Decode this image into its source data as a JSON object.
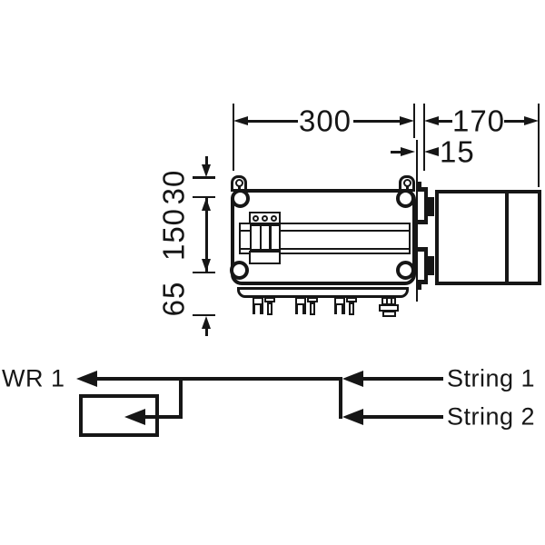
{
  "drawing": {
    "type": "technical-dimension-drawing",
    "dimensions": {
      "width": "300",
      "depth": "170",
      "bracket_offset": "15",
      "top_section": "30",
      "middle_section": "150",
      "bottom_section": "65"
    },
    "schematic": {
      "inverter": "WR 1",
      "string1": "String 1",
      "string2": "String 2"
    },
    "colors": {
      "line": "#161616",
      "background": "#ffffff"
    }
  }
}
